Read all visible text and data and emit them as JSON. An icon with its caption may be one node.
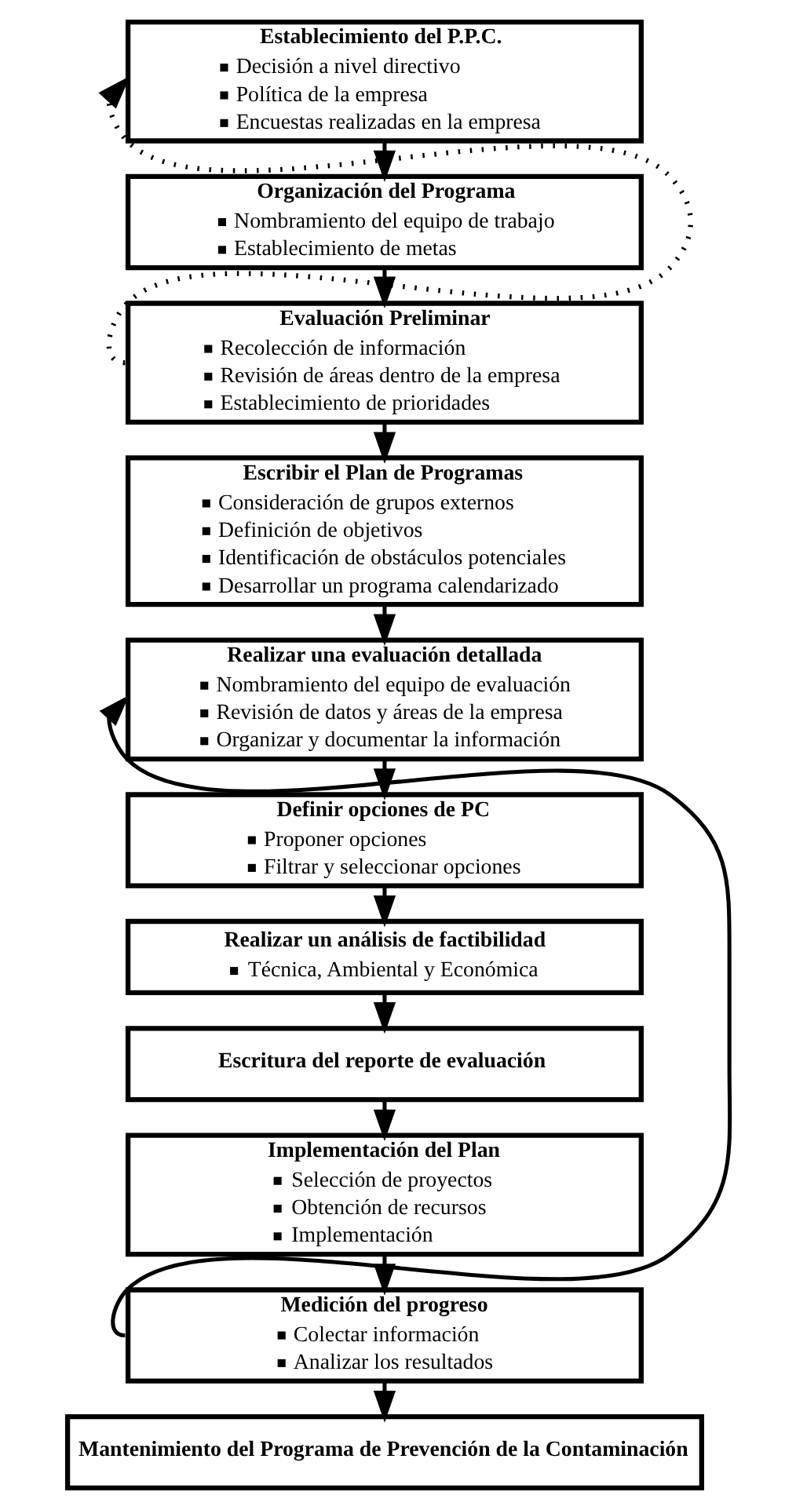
{
  "diagram": {
    "nodes": [
      {
        "text": [
          "Establecimiento del P.P.C.",
          "Decisión a nivel directivo",
          "Política de la empresa",
          "Encuestas realizadas en la empresa"
        ]
      },
      {
        "text": [
          "Organización del Programa",
          "Nombramiento del equipo de trabajo",
          "Establecimiento de metas"
        ]
      },
      {
        "text": [
          "Evaluación Preliminar",
          "Recolección de información",
          "Revisión de áreas dentro de la empresa",
          "Establecimiento de prioridades"
        ]
      },
      {
        "text": [
          "Escribir el Plan de Programas",
          "Consideración de grupos externos",
          "Definición de objetivos",
          "Identificación de obstáculos potenciales",
          "Desarrollar un programa calendarizado"
        ]
      },
      {
        "text": [
          "Realizar una evaluación detallada",
          "Nombramiento del equipo de evaluación",
          "Revisión de datos y áreas de la empresa",
          "Organizar y documentar la información"
        ]
      },
      {
        "text": [
          "Definir opciones de PC",
          "Proponer opciones",
          "Filtrar y seleccionar opciones"
        ]
      },
      {
        "text": [
          "Realizar un análisis de factibilidad",
          "Técnica, Ambiental y Económica"
        ]
      },
      {
        "text": [
          "Escritura del reporte de evaluación"
        ]
      },
      {
        "text": [
          "Implementación del Plan",
          "Selección de proyectos",
          "Obtención de recursos",
          "Implementación"
        ]
      },
      {
        "text": [
          "Medición del progreso",
          "Colectar información",
          "Analizar los resultados"
        ]
      },
      {
        "text": [
          "Mantenimiento del Programa de Prevención de la Contaminación"
        ]
      }
    ],
    "edges": [
      {
        "from": 0,
        "to": 1,
        "arrow": "to"
      },
      {
        "from": 1,
        "to": 2,
        "arrow": "to"
      },
      {
        "from": 2,
        "to": 0,
        "arrow": "to",
        "style": "dashed"
      },
      {
        "from": 2,
        "to": 3,
        "arrow": "to"
      },
      {
        "from": 3,
        "to": 4,
        "arrow": "to"
      },
      {
        "from": 4,
        "to": 5,
        "arrow": "to"
      },
      {
        "from": 5,
        "to": 6,
        "arrow": "to"
      },
      {
        "from": 6,
        "to": 7,
        "arrow": "to"
      },
      {
        "from": 7,
        "to": 8,
        "arrow": "to"
      },
      {
        "from": 8,
        "to": 9,
        "arrow": "to"
      },
      {
        "from": 9,
        "to": 4,
        "arrow": "to"
      },
      {
        "from": 9,
        "to": 10,
        "arrow": "to"
      }
    ]
  }
}
